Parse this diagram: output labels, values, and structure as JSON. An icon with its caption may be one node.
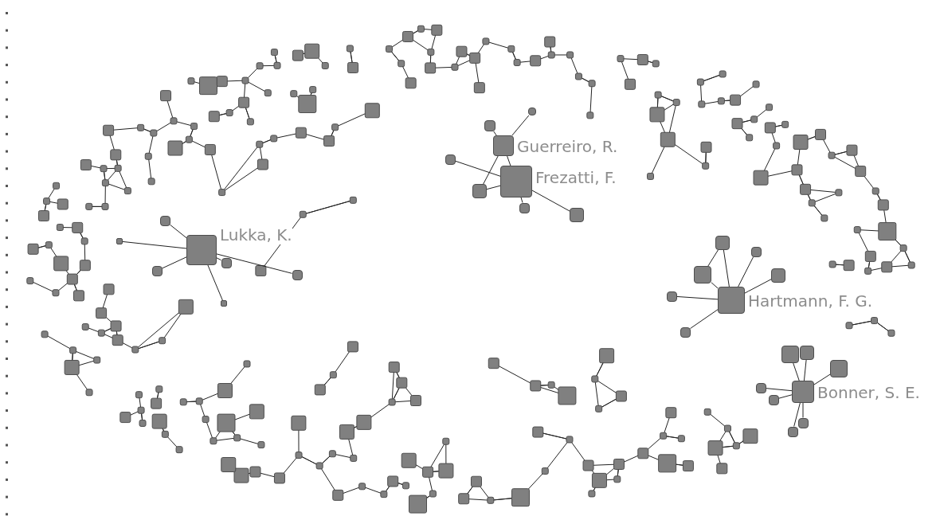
{
  "diagram": {
    "nodes": [
      {
        "text": [
          "Guerreiro, R."
        ]
      },
      {
        "text": [
          "Frezatti, F."
        ]
      },
      {
        "text": [
          "Lukka, K."
        ]
      },
      {
        "text": [
          "Hartmann, F. G."
        ]
      },
      {
        "text": [
          "Bonner, S. E."
        ]
      },
      {
        "text": [],
        "shape": "box"
      },
      {
        "text": [],
        "shape": "box"
      },
      {
        "text": [],
        "shape": "box"
      },
      {
        "text": [],
        "shape": "box"
      },
      {
        "text": [],
        "shape": "box"
      },
      {
        "text": [],
        "shape": "box"
      },
      {
        "text": [],
        "shape": "box"
      },
      {
        "text": [],
        "shape": "box"
      },
      {
        "text": [],
        "shape": "box"
      },
      {
        "text": [],
        "shape": "box"
      },
      {
        "text": [],
        "shape": "box"
      },
      {
        "text": [],
        "shape": "box"
      },
      {
        "text": [],
        "shape": "box"
      },
      {
        "text": [],
        "shape": "box"
      },
      {
        "text": [],
        "shape": "box"
      },
      {
        "text": [],
        "shape": "box"
      },
      {
        "text": [],
        "shape": "box"
      },
      {
        "text": [],
        "shape": "box"
      },
      {
        "text": [],
        "shape": "box"
      },
      {
        "text": [],
        "shape": "box"
      },
      {
        "text": [],
        "shape": "box"
      },
      {
        "text": [],
        "shape": "box"
      },
      {
        "text": [],
        "shape": "box"
      },
      {
        "text": [],
        "shape": "box"
      },
      {
        "text": [],
        "shape": "box"
      }
    ],
    "edges": [
      {
        "from": 0,
        "to": 5,
        "arrow": "none"
      },
      {
        "from": 0,
        "to": 1,
        "arrow": "none"
      },
      {
        "from": 0,
        "to": 6,
        "arrow": "none"
      },
      {
        "from": 1,
        "to": 6,
        "arrow": "none"
      },
      {
        "from": 1,
        "to": 7,
        "arrow": "none"
      },
      {
        "from": 1,
        "to": 8,
        "arrow": "none"
      },
      {
        "from": 1,
        "to": 9,
        "arrow": "none"
      },
      {
        "from": 2,
        "to": 10,
        "arrow": "none"
      },
      {
        "from": 2,
        "to": 11,
        "arrow": "none"
      },
      {
        "from": 2,
        "to": 12,
        "arrow": "none"
      },
      {
        "from": 2,
        "to": 13,
        "arrow": "none"
      },
      {
        "from": 2,
        "to": 14,
        "arrow": "none"
      },
      {
        "from": 3,
        "to": 15,
        "arrow": "none"
      },
      {
        "from": 3,
        "to": 16,
        "arrow": "none"
      },
      {
        "from": 3,
        "to": 17,
        "arrow": "none"
      },
      {
        "from": 3,
        "to": 18,
        "arrow": "none"
      },
      {
        "from": 3,
        "to": 19,
        "arrow": "none"
      },
      {
        "from": 3,
        "to": 20,
        "arrow": "none"
      },
      {
        "from": 4,
        "to": 21,
        "arrow": "none"
      },
      {
        "from": 4,
        "to": 22,
        "arrow": "none"
      },
      {
        "from": 4,
        "to": 23,
        "arrow": "none"
      },
      {
        "from": 4,
        "to": 24,
        "arrow": "none"
      },
      {
        "from": 4,
        "to": 25,
        "arrow": "none"
      },
      {
        "from": 4,
        "to": 26,
        "arrow": "none"
      },
      {
        "from": 4,
        "to": 27,
        "arrow": "none"
      },
      {
        "from": 15,
        "to": 16,
        "arrow": "none"
      },
      {
        "from": 28,
        "to": 2,
        "arrow": "none"
      },
      {
        "from": 29,
        "to": 0,
        "arrow": "none"
      }
    ]
  }
}
